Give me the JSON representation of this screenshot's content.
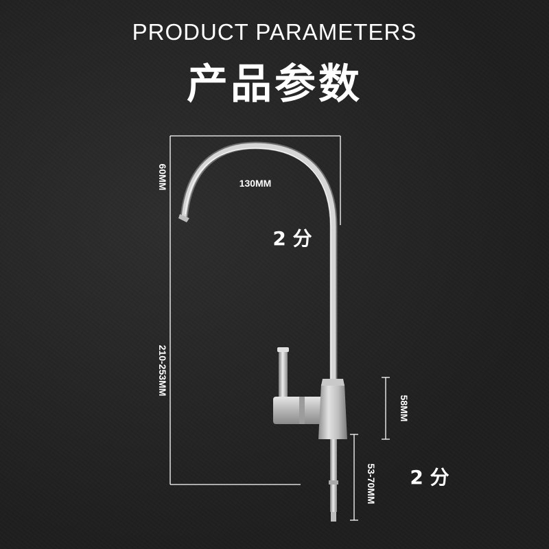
{
  "title_en": "PRODUCT PARAMETERS",
  "title_zh": "产品参数",
  "dimensions": {
    "spout_drop": "60MM",
    "spout_reach": "130MM",
    "total_height": "210-253MM",
    "body_height": "58MM",
    "shank_length": "53-70MM"
  },
  "fittings": {
    "outlet_size": "2 分",
    "inlet_size": "2 分"
  },
  "colors": {
    "background": "#262626",
    "text": "#ffffff",
    "steel_light": "#d9d9d9",
    "steel_dark": "#8c8c8c"
  }
}
